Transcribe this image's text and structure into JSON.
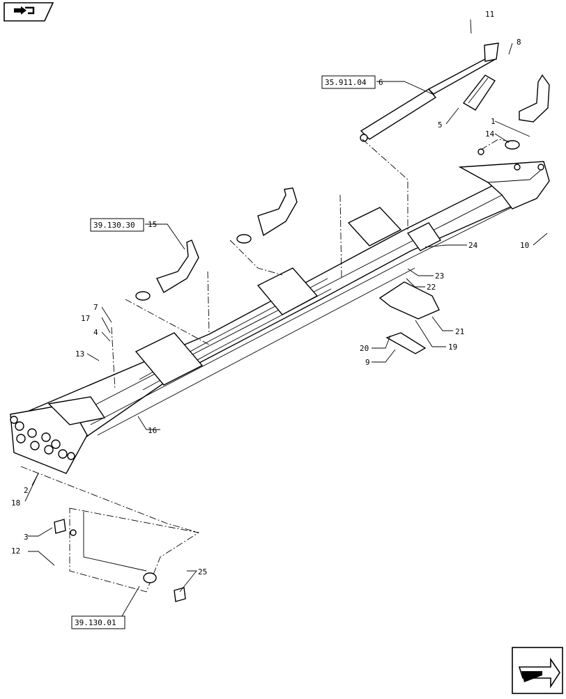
{
  "page": {
    "nav_prev_icon": "back-arrow-icon",
    "nav_next_icon": "forward-arrow-icon"
  },
  "references": [
    {
      "id": "ref-35-911-04",
      "text": "35.911.04"
    },
    {
      "id": "ref-39-130-30",
      "text": "39.130.30"
    },
    {
      "id": "ref-39-130-01",
      "text": "39.130.01"
    }
  ],
  "callouts": [
    "1",
    "2",
    "3",
    "4",
    "5",
    "6",
    "7",
    "8",
    "9",
    "10",
    "11",
    "12",
    "13",
    "14",
    "15",
    "16",
    "17",
    "18",
    "19",
    "20",
    "21",
    "22",
    "23",
    "24",
    "25"
  ]
}
